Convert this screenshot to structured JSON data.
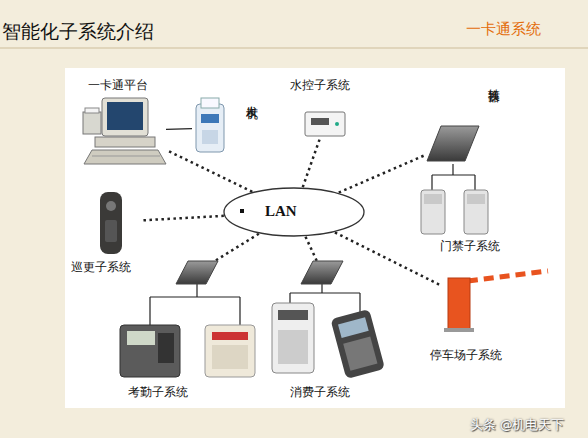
{
  "diagram": {
    "title": "智能化子系统介绍",
    "nodes": [
      {
        "text": [
          "一卡通平台"
        ]
      },
      {
        "text": [
          "发卡机"
        ]
      },
      {
        "text": [
          "水控子系统"
        ]
      },
      {
        "text": [
          "转换器"
        ]
      },
      {
        "text": [
          "LAN"
        ]
      },
      {
        "text": [
          "巡更子系统"
        ]
      },
      {
        "text": [
          "门禁子系统"
        ]
      },
      {
        "text": [
          "停车场子系统"
        ]
      },
      {
        "text": [
          "考勤子系统"
        ]
      },
      {
        "text": [
          "消费子系统"
        ]
      }
    ],
    "edges": [
      {
        "from": 4,
        "to": 0,
        "arrow": "none"
      },
      {
        "from": 0,
        "to": 1,
        "arrow": "none"
      },
      {
        "from": 4,
        "to": 2,
        "arrow": "none"
      },
      {
        "from": 4,
        "to": 3,
        "arrow": "none"
      },
      {
        "from": 4,
        "to": 7,
        "arrow": "none"
      },
      {
        "from": 4,
        "to": 5,
        "arrow": "none"
      },
      {
        "from": 4,
        "to": 8,
        "arrow": "none"
      },
      {
        "from": 4,
        "to": 9,
        "arrow": "none"
      },
      {
        "from": 3,
        "to": 6,
        "arrow": "none"
      }
    ],
    "labels": [
      "一卡通系统",
      "头条 @机电天下"
    ]
  }
}
